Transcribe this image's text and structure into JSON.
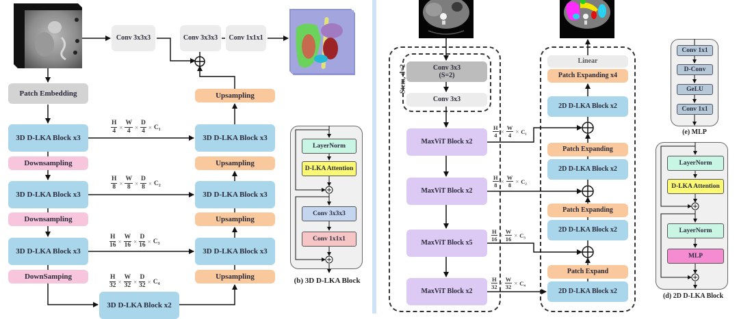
{
  "left_diagram": {
    "input_image": {
      "type": "3D CT volume (coronal slice)",
      "icon": "ct-volume-image"
    },
    "output_image": {
      "type": "3D organ segmentation render",
      "icon": "organ-3d-render-image"
    },
    "conv_top": "Conv 3x3x3",
    "conv_head_1": "Conv 3x3x3",
    "conv_head_2": "Conv 1x1x1",
    "patch_embedding": "Patch Embedding",
    "encoder": [
      {
        "label": "3D D-LKA Block x3",
        "down": "Downsampling"
      },
      {
        "label": "3D D-LKA Block x3",
        "down": "Downsampling"
      },
      {
        "label": "3D D-LKA Block x3",
        "down": "DownSamping"
      }
    ],
    "bottleneck": "3D D-LKA Block x2",
    "decoder": [
      {
        "label": "3D D-LKA Block x3",
        "up": "Upsampling"
      },
      {
        "label": "3D D-LKA Block x3",
        "up": "Upsampling"
      },
      {
        "label": "3D D-LKA Block x3",
        "up": "Upsampling"
      }
    ],
    "top_upsampling": "Upsampling",
    "skip_dims": [
      {
        "h": "H",
        "hd": "4",
        "w": "W",
        "wd": "4",
        "d": "D",
        "dd": "4",
        "c": "C₁"
      },
      {
        "h": "H",
        "hd": "8",
        "w": "W",
        "wd": "8",
        "d": "D",
        "dd": "8",
        "c": "C₂"
      },
      {
        "h": "H",
        "hd": "16",
        "w": "W",
        "wd": "16",
        "d": "D",
        "dd": "16",
        "c": "C₃"
      },
      {
        "h": "H",
        "hd": "32",
        "w": "W",
        "wd": "32",
        "d": "D",
        "dd": "32",
        "c": "C₄"
      }
    ],
    "times": "×",
    "sum_symbol": "⊕"
  },
  "block_3d": {
    "items": [
      "LayerNorm",
      "D-LKA Attention",
      "Conv 3x3x3",
      "Conv 1x1x1"
    ],
    "caption": "(b) 3D D-LKA Block"
  },
  "right_diagram": {
    "input_image": {
      "type": "2D abdominal CT slice",
      "icon": "ct-slice-image"
    },
    "output_image": {
      "type": "2D multi-organ segmentation mask",
      "icon": "segmentation-mask-image"
    },
    "stem_label": "Stem, d=2",
    "stem_conv1_line1": "Conv 3x3",
    "stem_conv1_line2": "(S=2)",
    "stem_conv2": "Conv 3x3",
    "encoder": [
      "MaxViT Block x2",
      "MaxViT Block x2",
      "MaxViT Block x5",
      "MaxViT Block x2"
    ],
    "skip_dims": [
      {
        "h": "H",
        "hd": "4",
        "w": "W",
        "wd": "4",
        "c": "C₁"
      },
      {
        "h": "H",
        "hd": "8",
        "w": "W",
        "wd": "8",
        "c": "C₂"
      },
      {
        "h": "H",
        "hd": "16",
        "w": "W",
        "wd": "16",
        "c": "C₃"
      },
      {
        "h": "H",
        "hd": "32",
        "w": "W",
        "wd": "32",
        "c": "C₄"
      }
    ],
    "decoder": {
      "linear": "Linear",
      "patch_expanding_x4": "Patch Expanding x4",
      "block_top": "2D D-LKA Block x2",
      "patch_expanding_1": "Patch Expanding",
      "block_2": "2D D-LKA Block x2",
      "patch_expanding_2": "Patch Expanding",
      "block_3": "2D D-LKA Block x2",
      "patch_expand": "Patch Expand",
      "block_bottom": "2D D-LKA Block x2"
    }
  },
  "mlp": {
    "items": [
      "Conv 1x1",
      "D-Conv",
      "GeLU",
      "Conv 1x1"
    ],
    "caption": "(e) MLP"
  },
  "block_2d": {
    "items": [
      "LayerNorm",
      "D-LKA Attention",
      "LayerNorm",
      "MLP"
    ],
    "caption": "(d) 2D D-LKA Block"
  }
}
